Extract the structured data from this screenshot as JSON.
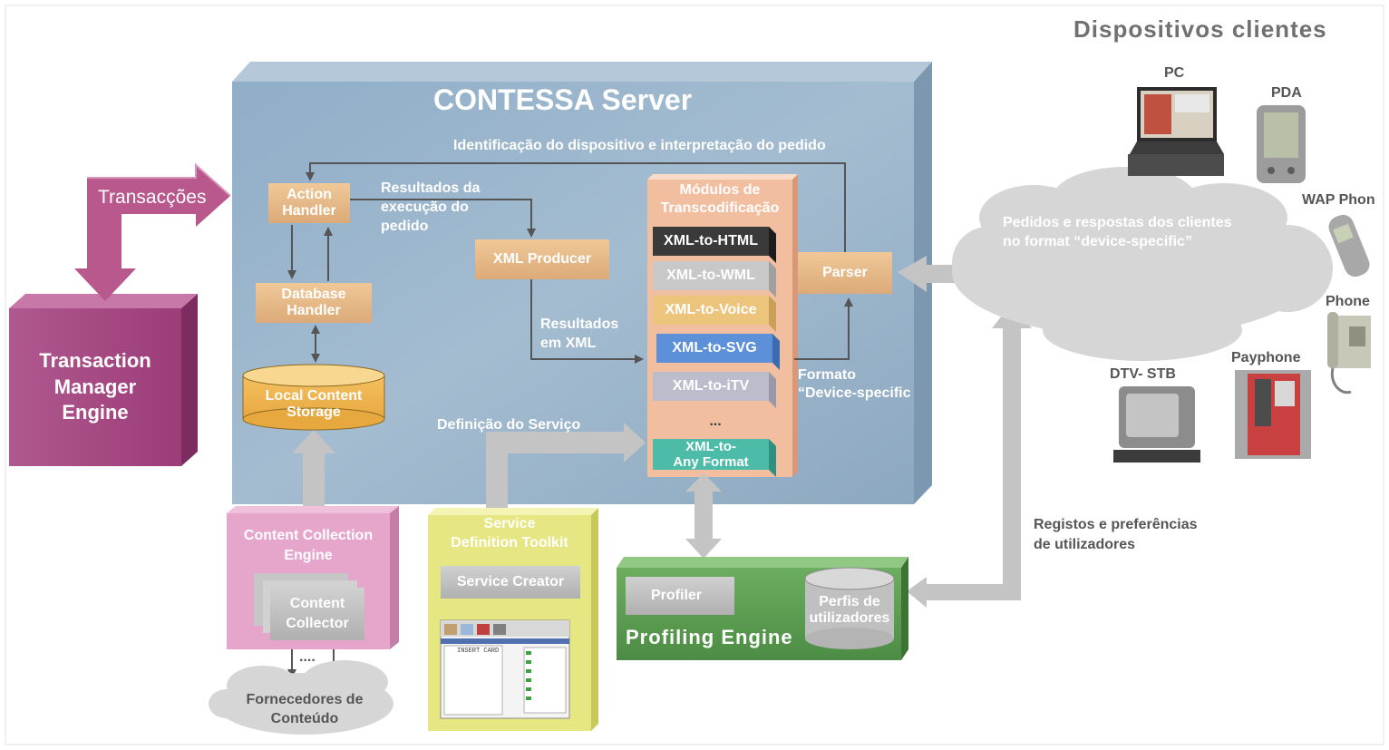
{
  "header": {
    "title": "Dispositivos clientes"
  },
  "server": {
    "title": "CONTESSA Server",
    "identification_label": "Identificação do dispositivo e interpretação do pedido",
    "action_handler": [
      "Action",
      "Handler"
    ],
    "results_label": [
      "Resultados da",
      "execução do",
      "pedido"
    ],
    "database_handler": [
      "Database",
      "Handler"
    ],
    "local_storage": [
      "Local Content",
      "Storage"
    ],
    "xml_producer": "XML Producer",
    "xml_results_label": [
      "Resultados",
      "em XML"
    ],
    "service_definition_label": "Definição do Serviço",
    "transcoding": {
      "title": [
        "Módulos de",
        "Transcodificação"
      ],
      "modules": [
        "XML-to-HTML",
        "XML-to-WML",
        "XML-to-Voice",
        "XML-to-SVG",
        "XML-to-iTV"
      ],
      "ellipsis": "...",
      "any_format": [
        "XML-to-",
        "Any Format"
      ]
    },
    "parser": "Parser",
    "format_label": [
      "Formato",
      "“Device-specific"
    ]
  },
  "transactions": {
    "label": "Transacções",
    "engine": [
      "Transaction",
      "Manager",
      "Engine"
    ]
  },
  "content_collection": {
    "title": [
      "Content Collection",
      "Engine"
    ],
    "collector": [
      "Content",
      "Collector"
    ],
    "dots": "....",
    "providers": [
      "Fornecedores de",
      "Conteúdo"
    ]
  },
  "service_toolkit": {
    "title": [
      "Service",
      "Definition Toolkit"
    ],
    "creator": "Service Creator",
    "screenshot_caption": "INSERT CARD"
  },
  "profiling": {
    "title": "Profiling Engine",
    "profiler": "Profiler",
    "profiles": [
      "Perfis de",
      "utilizadores"
    ]
  },
  "clients": {
    "cloud_label": [
      "Pedidos e respostas dos clientes",
      "no format “device-specific”"
    ],
    "registry_label": [
      "Registos e preferências",
      "de utilizadores"
    ],
    "devices": [
      "PC",
      "PDA",
      "WAP Phon",
      "Phone",
      "Payphone",
      "DTV- STB"
    ]
  },
  "colors": {
    "server": "#94B0C8",
    "handler": "#E8BC8C",
    "transcoder_panel": "#F4C4A4",
    "transaction_engine": "#A84C84",
    "content_engine": "#E4A0C8",
    "toolkit": "#E8E88C",
    "profiling": "#5C9C50",
    "cloud": "#D4D4D4"
  }
}
